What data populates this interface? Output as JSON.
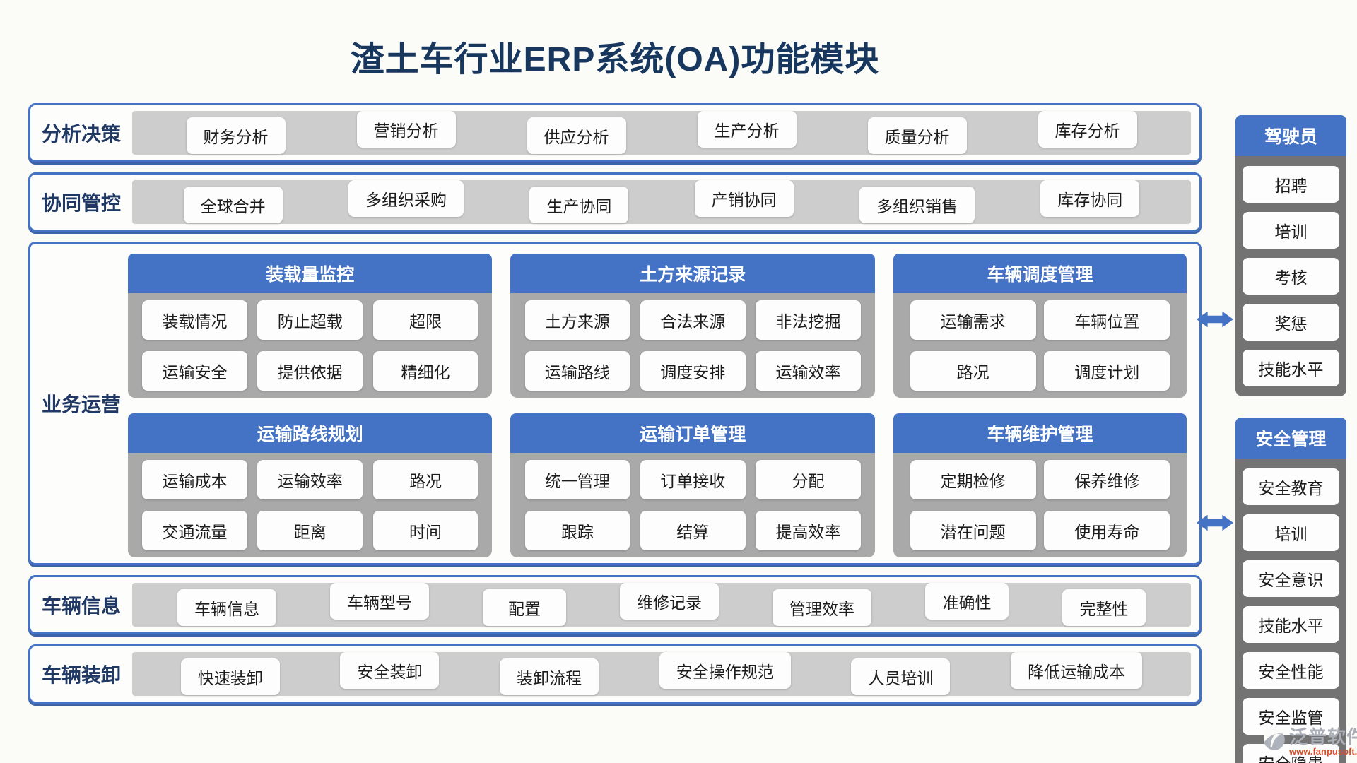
{
  "title": "渣土车行业ERP系统(OA)功能模块",
  "top_rows": [
    {
      "label": "分析决策",
      "items": [
        "财务分析",
        "营销分析",
        "供应分析",
        "生产分析",
        "质量分析",
        "库存分析"
      ]
    },
    {
      "label": "协同管控",
      "items": [
        "全球合并",
        "多组织采购",
        "生产协同",
        "产销协同",
        "多组织销售",
        "库存协同"
      ]
    }
  ],
  "business": {
    "label": "业务运营",
    "panels": [
      {
        "title": "装载量监控",
        "items": [
          "装载情况",
          "防止超载",
          "超限",
          "运输安全",
          "提供依据",
          "精细化"
        ]
      },
      {
        "title": "土方来源记录",
        "items": [
          "土方来源",
          "合法来源",
          "非法挖掘",
          "运输路线",
          "调度安排",
          "运输效率"
        ]
      },
      {
        "title": "车辆调度管理",
        "items": [
          "运输需求",
          "车辆位置",
          "路况",
          "调度计划"
        ]
      },
      {
        "title": "运输路线规划",
        "items": [
          "运输成本",
          "运输效率",
          "路况",
          "交通流量",
          "距离",
          "时间"
        ]
      },
      {
        "title": "运输订单管理",
        "items": [
          "统一管理",
          "订单接收",
          "分配",
          "跟踪",
          "结算",
          "提高效率"
        ]
      },
      {
        "title": "车辆维护管理",
        "items": [
          "定期检修",
          "保养维修",
          "潜在问题",
          "使用寿命"
        ]
      }
    ]
  },
  "bottom_rows": [
    {
      "label": "车辆信息",
      "items": [
        "车辆信息",
        "车辆型号",
        "配置",
        "维修记录",
        "管理效率",
        "准确性",
        "完整性"
      ]
    },
    {
      "label": "车辆装卸",
      "items": [
        "快速装卸",
        "安全装卸",
        "装卸流程",
        "安全操作规范",
        "人员培训",
        "降低运输成本"
      ]
    }
  ],
  "sidebars": [
    {
      "title": "驾驶员",
      "items": [
        "招聘",
        "培训",
        "考核",
        "奖惩",
        "技能水平"
      ]
    },
    {
      "title": "安全管理",
      "items": [
        "安全教育",
        "培训",
        "安全意识",
        "技能水平",
        "安全性能",
        "安全监管",
        "安全隐患"
      ]
    }
  ],
  "footer": {
    "brand": "泛普软件",
    "url": "www.fanpusoft.com"
  },
  "colors": {
    "accent_blue": "#4472C4",
    "heading_navy": "#17375E",
    "label_navy": "#1F3864",
    "row_bar_gray": "#CDCDCD",
    "panel_body_gray": "#A9A9A9",
    "sidebar_body_gray": "#737373",
    "chip_white": "#FDFDFD",
    "brand_url_orange": "#D4502E"
  }
}
